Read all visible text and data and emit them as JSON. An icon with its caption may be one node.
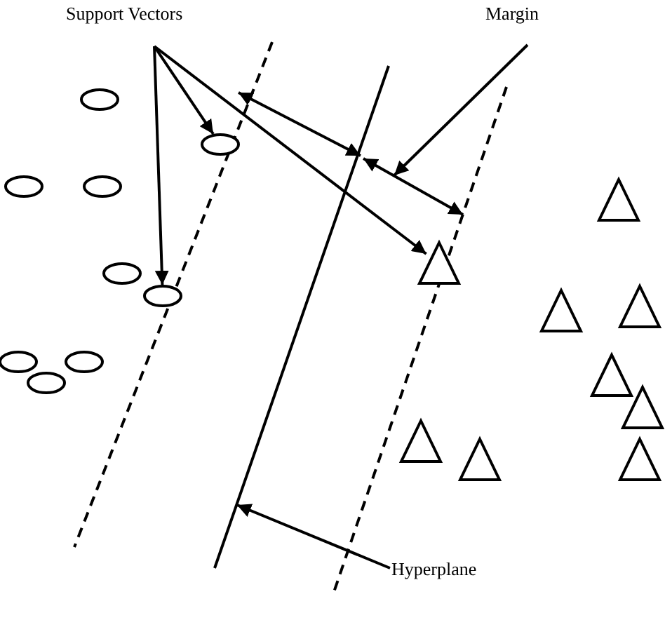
{
  "diagram": {
    "nodes": [
      {
        "text": [
          "Support Vectors"
        ]
      },
      {
        "text": [
          "Margin"
        ]
      },
      {
        "text": [],
        "shape": "line"
      },
      {
        "text": [],
        "shape": "line"
      },
      {
        "text": [],
        "shape": "ellipse"
      },
      {
        "text": [],
        "shape": "ellipse"
      },
      {
        "text": [],
        "shape": "ellipse"
      },
      {
        "text": [],
        "shape": "ellipse"
      },
      {
        "text": [],
        "shape": "triangle"
      },
      {
        "text": [],
        "shape": "triangle"
      },
      {
        "text": [],
        "shape": "ellipse"
      },
      {
        "text": [],
        "shape": "ellipse"
      },
      {
        "text": [],
        "shape": "triangle"
      },
      {
        "text": [],
        "shape": "triangle"
      },
      {
        "text": [],
        "shape": "ellipse"
      },
      {
        "text": [],
        "shape": "ellipse"
      },
      {
        "text": [],
        "shape": "triangle"
      },
      {
        "text": [],
        "shape": "ellipse"
      },
      {
        "text": [],
        "shape": "triangle"
      },
      {
        "text": [],
        "shape": "triangle"
      },
      {
        "text": [],
        "shape": "triangle"
      },
      {
        "text": [],
        "shape": "triangle"
      },
      {
        "text": [
          "Hyperplane"
        ]
      }
    ],
    "edges": [
      {
        "from": 0,
        "to": 5,
        "arrow": "to"
      },
      {
        "from": 0,
        "to": 11,
        "arrow": "to"
      },
      {
        "from": 0,
        "to": 9,
        "arrow": "to"
      },
      {
        "from": 1,
        "to": 2,
        "arrow": "to"
      },
      {
        "from": 22,
        "to": 3,
        "arrow": "to"
      }
    ]
  }
}
